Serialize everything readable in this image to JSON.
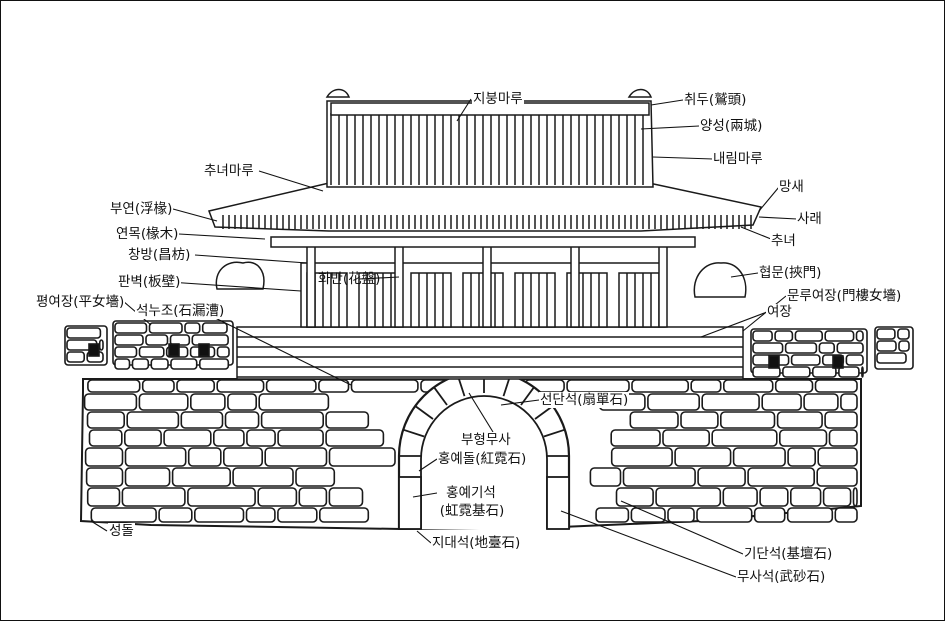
{
  "labels": {
    "jibung_maru": "지붕마루",
    "chwidu": "취두(鷲頭)",
    "yangseong": "양성(兩城)",
    "naerim_maru": "내림마루",
    "chunyeo_maru": "추녀마루",
    "mangsae": "망새",
    "buyeon": "부연(浮椽)",
    "sarae": "사래",
    "yeonmok": "연목(椽木)",
    "chunyeo": "추녀",
    "changbang": "창방(昌枋)",
    "hwaban": "화반(花盤)",
    "panbyeok": "판벽(板壁)",
    "hyeopmun": "협문(挾門)",
    "pyeong_yeojang": "평여장(平女墻)",
    "seoknujo": "석누조(石漏漕)",
    "munru_yeojang": "문루여장(門樓女墻)",
    "yeojang": "여장",
    "seondanseok": "선단석(扇單石)",
    "buhyeong_musa": "부형무사",
    "hongyedol": "홍예돌(紅霓石)",
    "hongye_giseok_1": "홍예기석",
    "hongye_giseok_2": "(虹霓基石)",
    "seongdol": "성돌",
    "jidaeseok": "지대석(地臺石)",
    "gidanseok": "기단석(基壇石)",
    "musaseok": "무사석(武砂石)"
  }
}
